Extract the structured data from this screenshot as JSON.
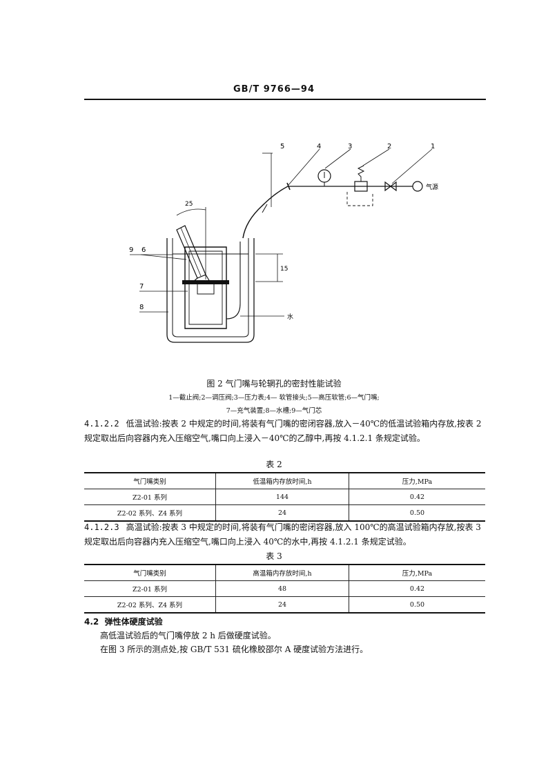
{
  "header": {
    "standard_no": "GB/T 9766—94"
  },
  "figure": {
    "caption": "图 2 气门嘴与轮辋孔的密封性能试验",
    "legend_line1": "1—截止阀;2—调压阀;3—压力表;4— 软管接头;5—高压软管;6—气门嘴;",
    "legend_line2": "7—充气装置;8—水槽;9—气门芯",
    "labels": {
      "n1": "1",
      "n2": "2",
      "n3": "3",
      "n4": "4",
      "n5": "5",
      "n6": "6",
      "n7": "7",
      "n8": "8",
      "n9": "9",
      "air_source": "气源",
      "water": "水",
      "dim_angle": "25",
      "dim_depth": "15"
    }
  },
  "clause_4_1_2_2": {
    "number": "4.1.2.2",
    "text": "低温试验:按表 2 中规定的时间,将装有气门嘴的密闭容器,放入－40℃的低温试验箱内存放,按表 2 规定取出后向容器内充入压缩空气,嘴口向上浸入－40℃的乙醇中,再按 4.1.2.1 条规定试验。"
  },
  "table2": {
    "title": "表 2",
    "headers": [
      "气门嘴类别",
      "低温箱内存放时间,h",
      "压力,MPa"
    ],
    "rows": [
      [
        "Z2-01 系列",
        "144",
        "0.42"
      ],
      [
        "Z2-02 系列、Z4 系列",
        "24",
        "0.50"
      ]
    ]
  },
  "clause_4_1_2_3": {
    "number": "4.1.2.3",
    "text": "高温试验:按表 3 中规定的时间,将装有气门嘴的密闭容器,放入 100℃的高温试验箱内存放,按表 3 规定取出后向容器内充入压缩空气,嘴口向上浸入 40℃的水中,再按 4.1.2.1 条规定试验。"
  },
  "table3": {
    "title": "表 3",
    "headers": [
      "气门嘴类别",
      "高温箱内存放时间,h",
      "压力,MPa"
    ],
    "rows": [
      [
        "Z2-01 系列",
        "48",
        "0.42"
      ],
      [
        "Z2-02 系列、Z4 系列",
        "24",
        "0.50"
      ]
    ]
  },
  "clause_4_2": {
    "number": "4.2",
    "title": "弹性体硬度试验",
    "line1": "高低温试验后的气门嘴停放 2 h 后做硬度试验。",
    "line2": "在图 3 所示的测点处,按 GB/T 531 硫化橡胶邵尔 A 硬度试验方法进行。"
  }
}
